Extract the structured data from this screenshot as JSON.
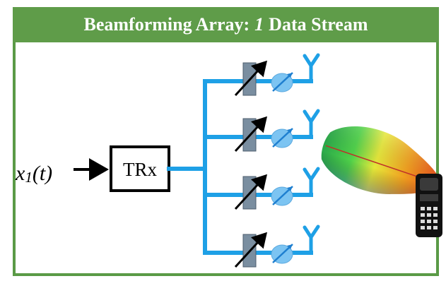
{
  "title": {
    "prefix": "Beamforming Array:",
    "count": "1",
    "suffix": "Data Stream"
  },
  "input": {
    "base": "x",
    "subscript": "1",
    "arg": "(t)"
  },
  "block_label": "TRx",
  "branch_count": 4,
  "colors": {
    "header_bg": "#5f9c49",
    "frame": "#5a9a46",
    "line": "#1ea0e6",
    "phase_shifter": "#7a8ea0",
    "phase_circle": "#7cc4f2"
  },
  "icons": [
    "phase-shifter-icon",
    "amplifier-icon",
    "antenna-icon",
    "beam-lobe-icon",
    "mobile-phone-icon"
  ]
}
